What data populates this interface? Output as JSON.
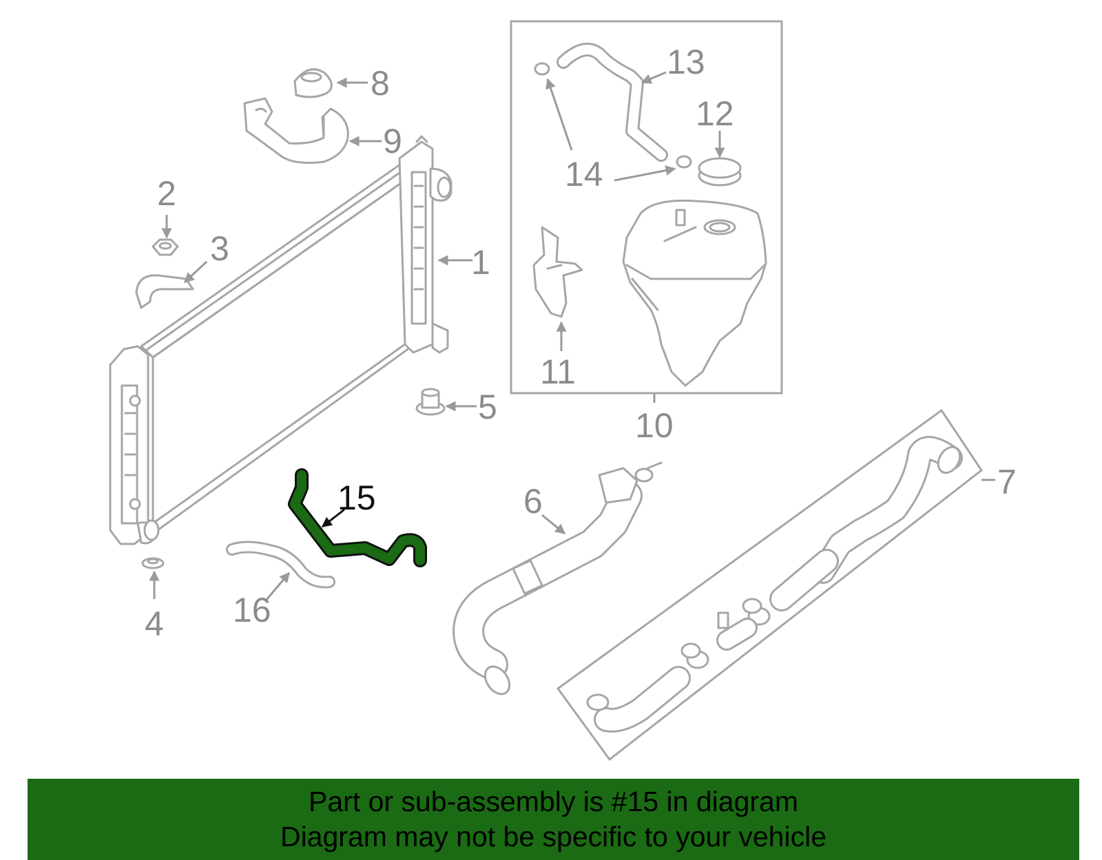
{
  "callouts": {
    "c1": "1",
    "c2": "2",
    "c3": "3",
    "c4": "4",
    "c5": "5",
    "c6": "6",
    "c7": "7",
    "c8": "8",
    "c9": "9",
    "c10": "10",
    "c11": "11",
    "c12": "12",
    "c13": "13",
    "c14": "14",
    "c15": "15",
    "c16": "16"
  },
  "highlight_color": "#1a6b13",
  "banner": {
    "line1": "Part or sub-assembly is #15 in diagram",
    "line2": "Diagram may not be specific to your vehicle"
  }
}
